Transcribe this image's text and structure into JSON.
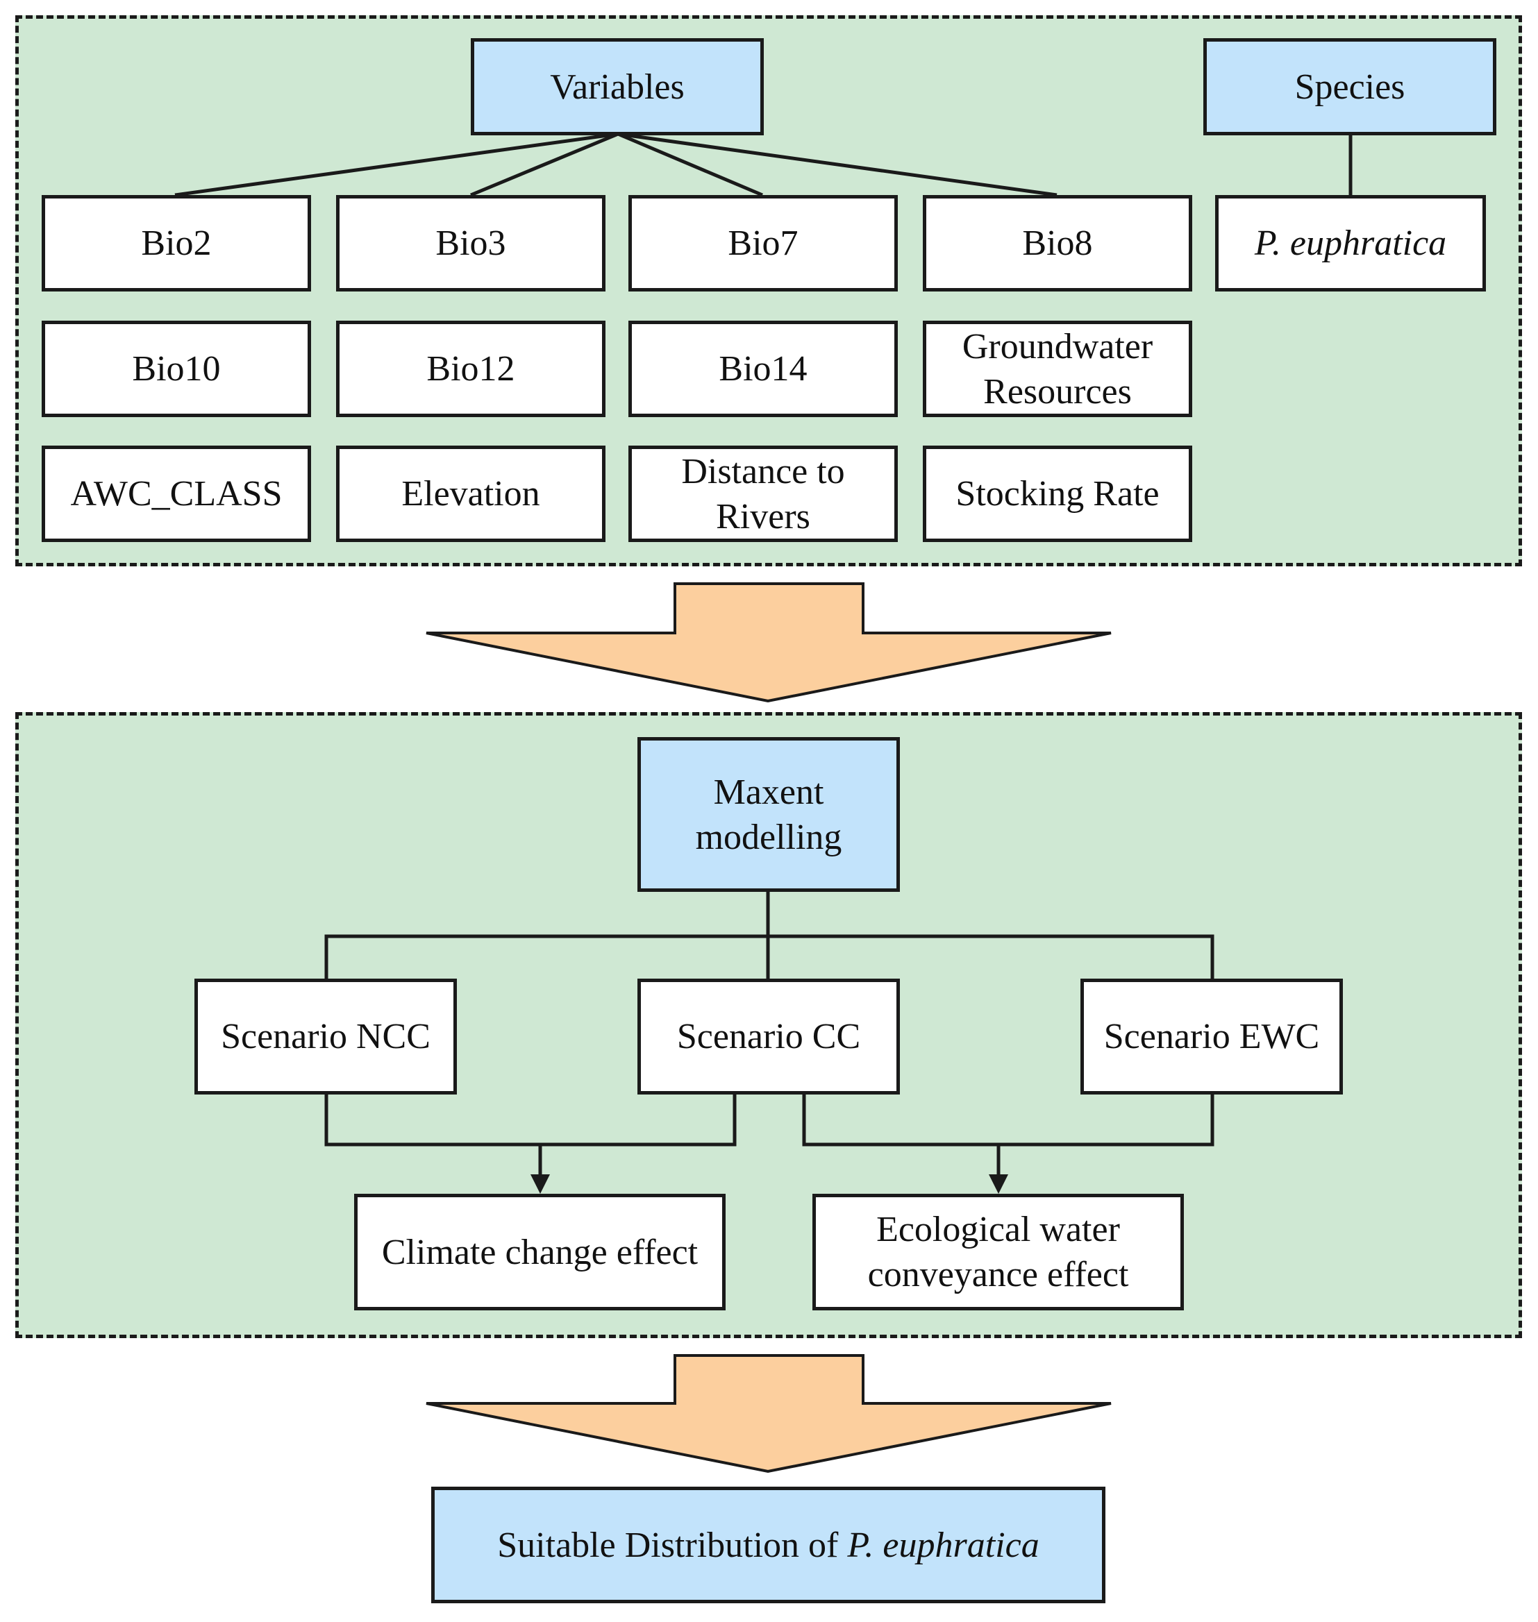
{
  "top_panel": {
    "variables_header": "Variables",
    "species_header": "Species",
    "species_name": "P. euphratica",
    "variables": [
      "Bio2",
      "Bio3",
      "Bio7",
      "Bio8",
      "Bio10",
      "Bio12",
      "Bio14",
      "Groundwater Resources",
      "AWC_CLASS",
      "Elevation",
      "Distance to Rivers",
      "Stocking Rate"
    ]
  },
  "bottom_panel": {
    "model": "Maxent modelling",
    "scenarios": [
      "Scenario NCC",
      "Scenario CC",
      "Scenario EWC"
    ],
    "effects": [
      "Climate change effect",
      "Ecological water conveyance effect"
    ]
  },
  "result": {
    "prefix": "Suitable Distribution of ",
    "species": "P. euphratica"
  },
  "colors": {
    "panel_fill": "#cfe8d3",
    "header_fill": "#c2e3fb",
    "arrow_fill": "#fccf9e"
  }
}
